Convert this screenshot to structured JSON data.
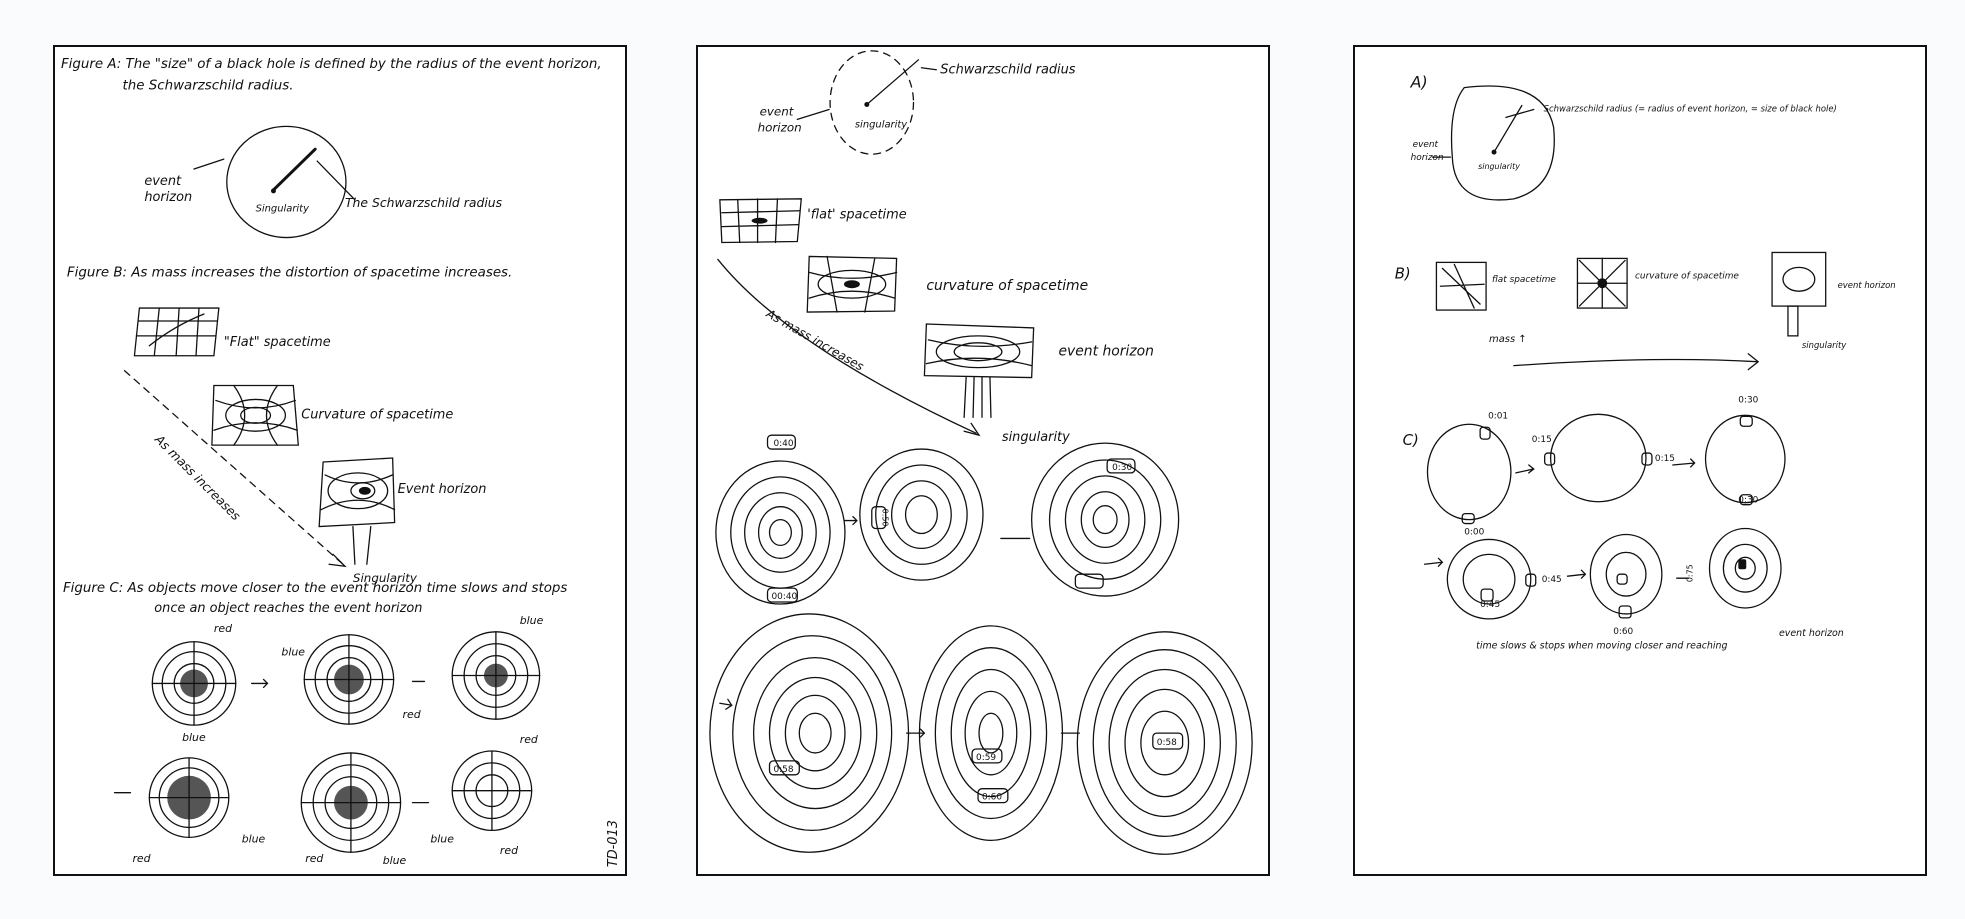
{
  "panel1": {
    "figA_line1": "Figure A: The \"size\" of a black hole is defined by the radius of the event horizon,",
    "figA_line2": "the Schwarzschild radius.",
    "event": "event",
    "horizon": "horizon",
    "singularity": "Singularity",
    "schwarz_radius": "The Schwarzschild radius",
    "figB": "Figure B: As mass increases the distortion of spacetime increases.",
    "flat": "\"Flat\" spacetime",
    "curvature": "Curvature of spacetime",
    "event_horizon": "Event horizon",
    "mass_increases": "As mass increases",
    "singularity2": "Singularity",
    "figC_line1": "Figure C: As objects move closer to the event horizon time slows and stops",
    "figC_line2": "once an object reaches the event horizon",
    "red": "red",
    "blue": "blue",
    "id": "TD-013"
  },
  "panel2": {
    "schwarz_radius": "Schwarzschild radius",
    "event": "event",
    "horizon": "horizon",
    "singularity": "singularity",
    "flat": "'flat' spacetime",
    "curvature": "curvature of spacetime",
    "event_horizon": "event horizon",
    "mass_increases": "As mass increases",
    "singularity2": "singularity",
    "t1": "0:40",
    "t2": "00:40",
    "t3": "0:50",
    "t4": "0:30",
    "t5": "0:58",
    "t6": "0:59",
    "t7": "0:60"
  },
  "panel3": {
    "A": "A)",
    "schwarz": "Schwarzschild radius (= radius of event horizon, = size of black hole)",
    "event": "event",
    "horizon": "horizon",
    "singularity": "singularity",
    "B": "B)",
    "flat": "flat spacetime",
    "curvature": "curvature of spacetime",
    "event_horizon": "event horizon",
    "mass": "mass ↑",
    "singularity2": "singularity",
    "C": "C)",
    "t1": "0:01",
    "t2": "0:00",
    "t3": "0:15",
    "t4": "0:15",
    "t5": "0:30",
    "t6": "0:30",
    "t7": "0:45",
    "t8": "0:45",
    "t9": "0:60",
    "t10": "0:75",
    "caption1": "time slows & stops when moving closer and reaching",
    "caption2": "event horizon"
  }
}
